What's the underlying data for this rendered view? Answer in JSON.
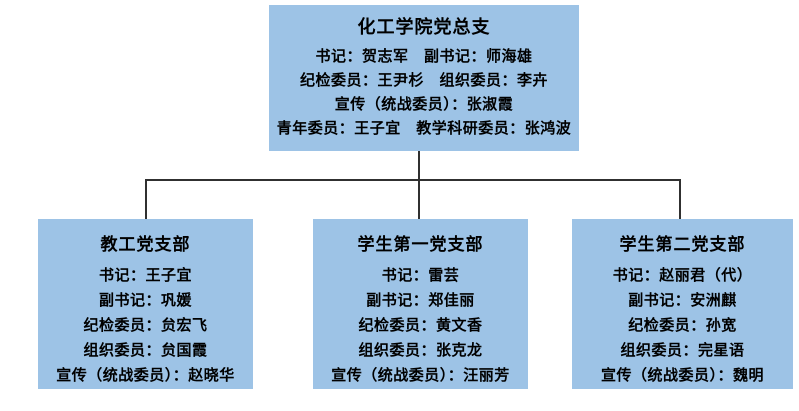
{
  "colors": {
    "box_fill": "#9DC3E6",
    "connector_line": "#303030",
    "text": "#000000",
    "background": "#FFFFFF"
  },
  "org": {
    "root": {
      "title": "化工学院党总支",
      "lines": [
        "书记：贺志军　副书记：师海雄",
        "纪检委员：王尹杉　组织委员：李卉",
        "宣传（统战委员）：张淑霞",
        "青年委员：王子宜　教学科研委员：张鸿波"
      ]
    },
    "branches": [
      {
        "title": "教工党支部",
        "lines": [
          "书记：王子宜",
          "副书记：巩媛",
          "纪检委员：贠宏飞",
          "组织委员：贠国霞",
          "宣传（统战委员）：赵晓华"
        ]
      },
      {
        "title": "学生第一党支部",
        "lines": [
          "书记：雷芸",
          "副书记：郑佳丽",
          "纪检委员：黄文香",
          "组织委员：张克龙",
          "宣传（统战委员）：汪丽芳"
        ]
      },
      {
        "title": "学生第二党支部",
        "lines": [
          "书记：赵丽君（代）",
          "副书记：安洲麒",
          "纪检委员：孙宽",
          "组织委员：完星语",
          "宣传（统战委员）：魏明"
        ]
      }
    ]
  }
}
